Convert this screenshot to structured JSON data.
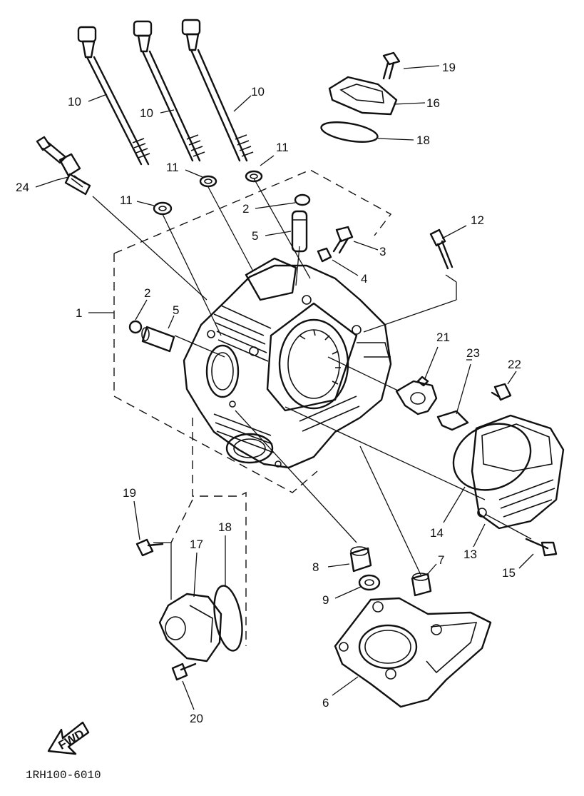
{
  "callouts": {
    "c1": "1",
    "c2a": "2",
    "c2b": "2",
    "c3": "3",
    "c4": "4",
    "c5a": "5",
    "c5b": "5",
    "c6": "6",
    "c7": "7",
    "c8": "8",
    "c9": "9",
    "c10a": "10",
    "c10b": "10",
    "c10c": "10",
    "c11a": "11",
    "c11b": "11",
    "c11c": "11",
    "c12": "12",
    "c13": "13",
    "c14": "14",
    "c15": "15",
    "c16": "16",
    "c17": "17",
    "c18a": "18",
    "c18b": "18",
    "c19a": "19",
    "c19b": "19",
    "c20": "20",
    "c21": "21",
    "c22": "22",
    "c23": "23",
    "c24": "24"
  },
  "fwd_label": "FWD",
  "diagram_code": "1RH100-6010"
}
